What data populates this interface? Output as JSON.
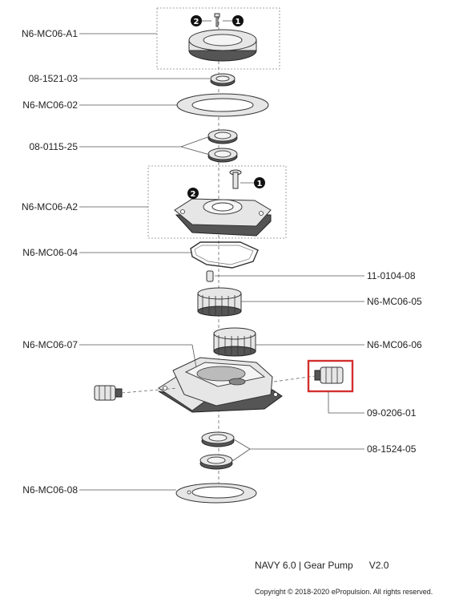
{
  "labels": {
    "a1": "N6-MC06-A1",
    "seal_1521": "08-1521-03",
    "m02": "N6-MC06-02",
    "seal_0115": "08-0115-25",
    "a2": "N6-MC06-A2",
    "m04": "N6-MC06-04",
    "key_0104": "11-0104-08",
    "m05": "N6-MC06-05",
    "m07": "N6-MC06-07",
    "m06": "N6-MC06-06",
    "fitting_0206": "09-0206-01",
    "bearing_1524": "08-1524-05",
    "m08": "N6-MC06-08"
  },
  "callouts": {
    "one": "1",
    "two": "2"
  },
  "highlight_color": "#d32f2f",
  "footer": {
    "title": "NAVY 6.0 | Gear Pump      V2.0",
    "copyright": "Copyright © 2018-2020 ePropulsion. All rights reserved."
  }
}
